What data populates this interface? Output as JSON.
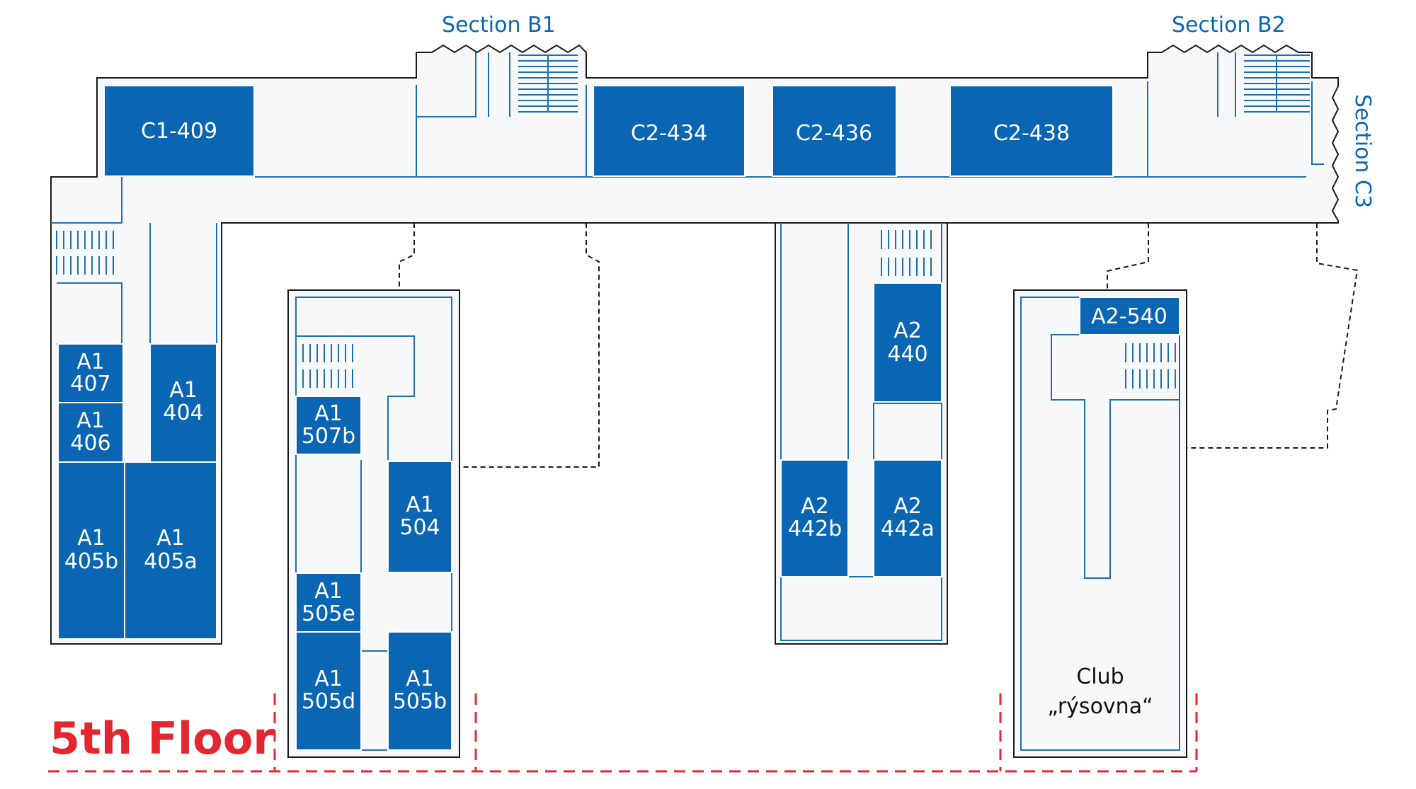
{
  "floor_title": "5th Floor",
  "sections": {
    "b1": "Section B1",
    "b2": "Section B2",
    "c3": "Section C3"
  },
  "rooms": {
    "c1_409": "C1-409",
    "c2_434": "C2-434",
    "c2_436": "C2-436",
    "c2_438": "C2-438",
    "a1_407": [
      "A1",
      "407"
    ],
    "a1_406": [
      "A1",
      "406"
    ],
    "a1_404": [
      "A1",
      "404"
    ],
    "a1_405b": [
      "A1",
      "405b"
    ],
    "a1_405a": [
      "A1",
      "405a"
    ],
    "a1_507b": [
      "A1",
      "507b"
    ],
    "a1_504": [
      "A1",
      "504"
    ],
    "a1_505e": [
      "A1",
      "505e"
    ],
    "a1_505d": [
      "A1",
      "505d"
    ],
    "a1_505b": [
      "A1",
      "505b"
    ],
    "a2_440": [
      "A2",
      "440"
    ],
    "a2_442b": [
      "A2",
      "442b"
    ],
    "a2_442a": [
      "A2",
      "442a"
    ],
    "a2_540": "A2-540"
  },
  "club": [
    "Club",
    "„rýsovna“"
  ],
  "colors": {
    "room_fill": "#0a66b2",
    "accent_red": "#e32630",
    "wall": "#1a1a1a"
  }
}
